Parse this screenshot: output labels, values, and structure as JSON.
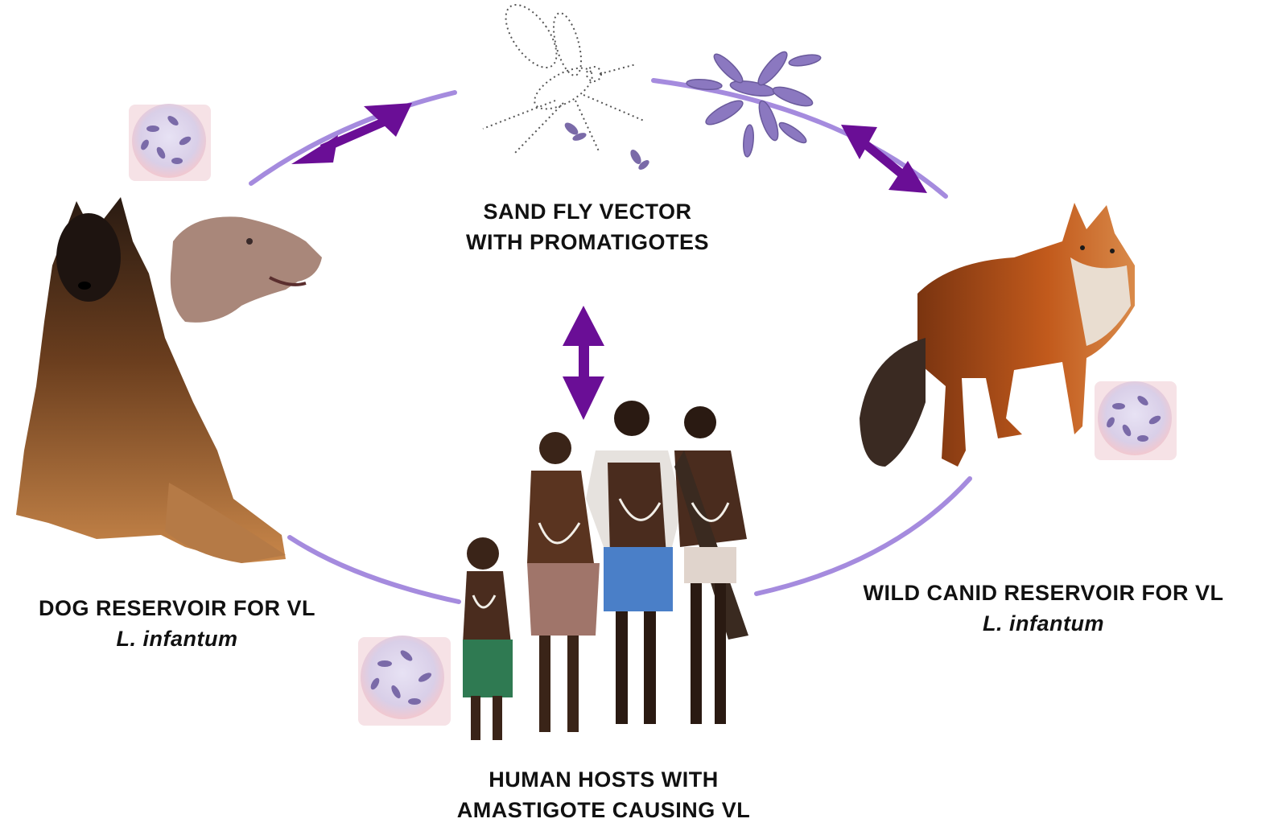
{
  "colors": {
    "arrow": "#6a0e96",
    "cycle_line": "#a58bde",
    "text": "#111111"
  },
  "labels": {
    "sandfly": {
      "line1": "SAND FLY VECTOR",
      "line2": "WITH PROMATIGOTES"
    },
    "dog": {
      "line1": "DOG RESERVOIR FOR VL",
      "line2": "L. infantum"
    },
    "fox": {
      "line1": "WILD CANID RESERVOIR FOR VL",
      "line2": "L. infantum"
    },
    "human": {
      "line1": "HUMAN HOSTS WITH",
      "line2": "AMASTIGOTE CAUSING VL"
    }
  },
  "icons": [
    "sand-fly-illustration",
    "promastigotes-illustration",
    "dog-photo",
    "fox-photo",
    "children-photo",
    "amastigote-micrograph"
  ]
}
